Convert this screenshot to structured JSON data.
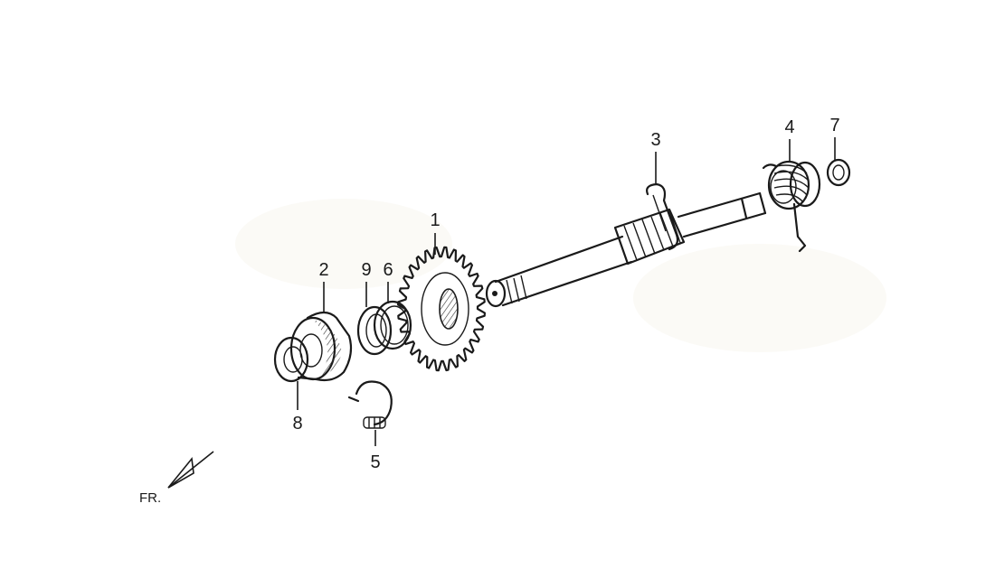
{
  "diagram": {
    "callouts": [
      {
        "id": "1",
        "label": "1"
      },
      {
        "id": "2",
        "label": "2"
      },
      {
        "id": "3",
        "label": "3"
      },
      {
        "id": "4",
        "label": "4"
      },
      {
        "id": "5",
        "label": "5"
      },
      {
        "id": "6",
        "label": "6"
      },
      {
        "id": "7",
        "label": "7"
      },
      {
        "id": "8",
        "label": "8"
      },
      {
        "id": "9",
        "label": "9"
      }
    ],
    "direction_label": "FR."
  }
}
